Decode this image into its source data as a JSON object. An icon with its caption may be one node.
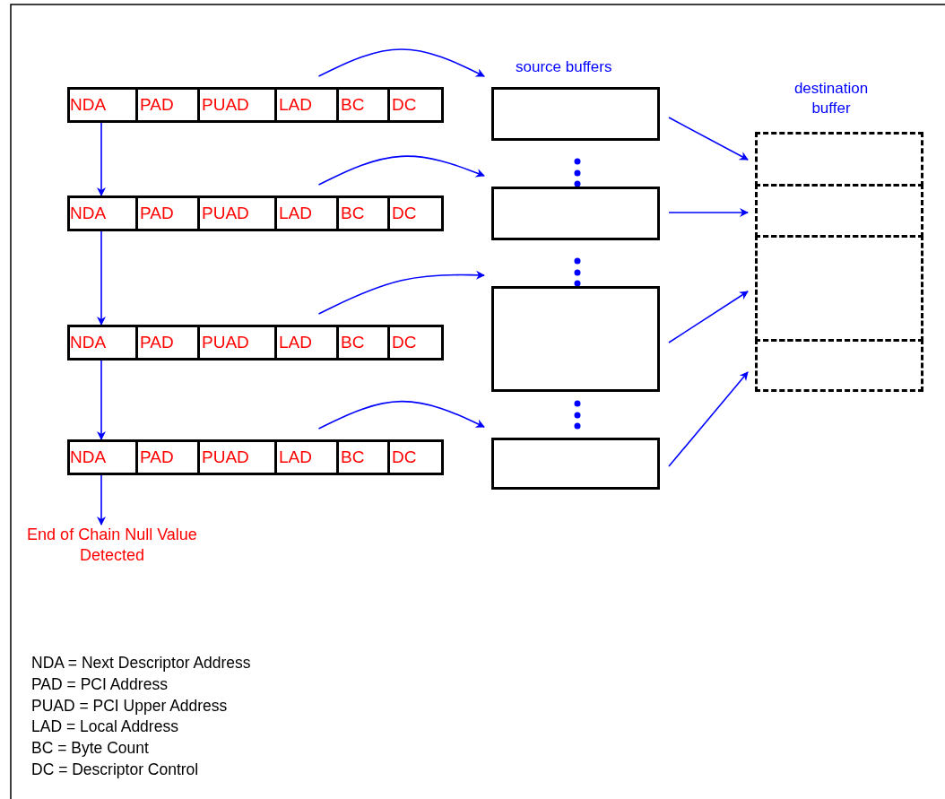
{
  "diagram": {
    "nodes": [
      {
        "text": [],
        "shape": "box"
      },
      {
        "text": [
          "NDA"
        ],
        "in": 0
      },
      {
        "text": [
          "PAD"
        ],
        "in": 0
      },
      {
        "text": [
          "PUAD"
        ],
        "in": 0
      },
      {
        "text": [
          "LAD"
        ],
        "in": 0
      },
      {
        "text": [
          "BC"
        ],
        "in": 0
      },
      {
        "text": [
          "DC"
        ],
        "in": 0
      },
      {
        "text": [],
        "shape": "box"
      },
      {
        "text": [
          "NDA"
        ],
        "in": 7
      },
      {
        "text": [
          "PAD"
        ],
        "in": 7
      },
      {
        "text": [
          "PUAD"
        ],
        "in": 7
      },
      {
        "text": [
          "LAD"
        ],
        "in": 7
      },
      {
        "text": [
          "BC"
        ],
        "in": 7
      },
      {
        "text": [
          "DC"
        ],
        "in": 7
      },
      {
        "text": [],
        "shape": "box"
      },
      {
        "text": [
          "NDA"
        ],
        "in": 14
      },
      {
        "text": [
          "PAD"
        ],
        "in": 14
      },
      {
        "text": [
          "PUAD"
        ],
        "in": 14
      },
      {
        "text": [
          "LAD"
        ],
        "in": 14
      },
      {
        "text": [
          "BC"
        ],
        "in": 14
      },
      {
        "text": [
          "DC"
        ],
        "in": 14
      },
      {
        "text": [],
        "shape": "box"
      },
      {
        "text": [
          "NDA"
        ],
        "in": 21
      },
      {
        "text": [
          "PAD"
        ],
        "in": 21
      },
      {
        "text": [
          "PUAD"
        ],
        "in": 21
      },
      {
        "text": [
          "LAD"
        ],
        "in": 21
      },
      {
        "text": [
          "BC"
        ],
        "in": 21
      },
      {
        "text": [
          "DC"
        ],
        "in": 21
      },
      {
        "text": [],
        "shape": "box"
      },
      {
        "text": [],
        "shape": "box"
      },
      {
        "text": [],
        "shape": "box"
      },
      {
        "text": [],
        "shape": "box"
      },
      {
        "text": [
          "destination buffer"
        ]
      },
      {
        "text": [],
        "shape": "box",
        "in": 32
      },
      {
        "text": [],
        "shape": "box",
        "in": 32
      },
      {
        "text": [],
        "shape": "box",
        "in": 32
      },
      {
        "text": [],
        "shape": "box",
        "in": 32
      },
      {
        "text": [
          "End of Chain Null Value Detected"
        ]
      }
    ],
    "edges": [
      {
        "from": 1,
        "to": 8,
        "arrow": "to"
      },
      {
        "from": 8,
        "to": 15,
        "arrow": "to"
      },
      {
        "from": 15,
        "to": 22,
        "arrow": "to"
      },
      {
        "from": 22,
        "to": 37,
        "arrow": "to"
      },
      {
        "from": 4,
        "to": 28,
        "arrow": "to"
      },
      {
        "from": 11,
        "to": 29,
        "arrow": "to"
      },
      {
        "from": 18,
        "to": 30,
        "arrow": "to"
      },
      {
        "from": 25,
        "to": 31,
        "arrow": "to"
      },
      {
        "from": 28,
        "to": 33,
        "arrow": "to"
      },
      {
        "from": 29,
        "to": 34,
        "arrow": "to"
      },
      {
        "from": 30,
        "to": 35,
        "arrow": "to"
      },
      {
        "from": 31,
        "to": 36,
        "arrow": "to"
      }
    ],
    "labels": [
      "source buffers",
      "NDA = Next Descriptor Address",
      "PAD = PCI Address",
      "PUAD = PCI Upper Address",
      "LAD = Local Address",
      "BC = Byte Count",
      "DC = Descriptor Control"
    ]
  }
}
